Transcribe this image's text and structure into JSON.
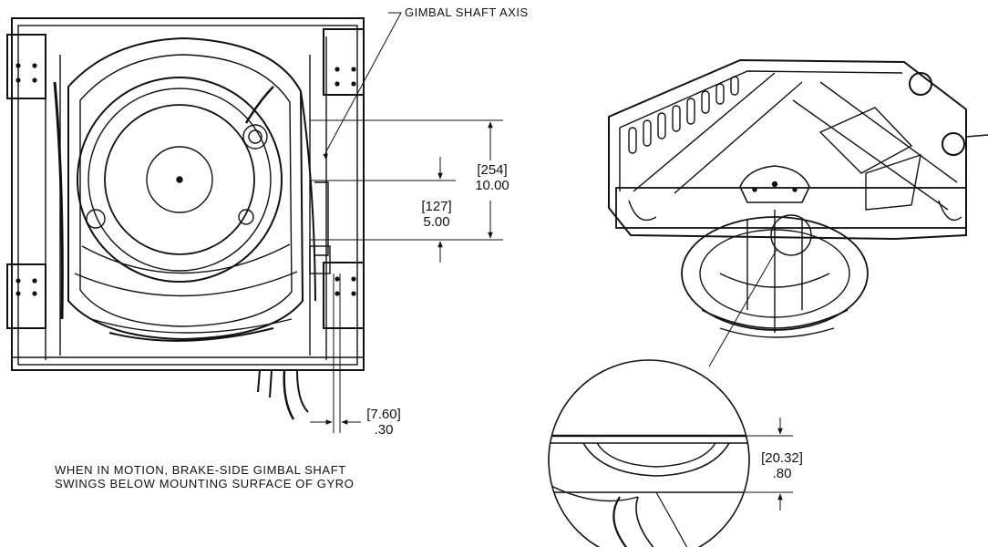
{
  "callout": {
    "gimbal_axis": "GIMBAL SHAFT AXIS"
  },
  "dimensions": {
    "d254": {
      "mm": "[254]",
      "in": "10.00"
    },
    "d127": {
      "mm": "[127]",
      "in": "5.00"
    },
    "d760": {
      "mm": "[7.60]",
      "in": ".30"
    },
    "d2032": {
      "mm": "[20.32]",
      "in": ".80"
    }
  },
  "note": {
    "line1": "WHEN IN MOTION, BRAKE-SIDE GIMBAL SHAFT",
    "line2": "SWINGS BELOW MOUNTING SURFACE OF GYRO"
  }
}
